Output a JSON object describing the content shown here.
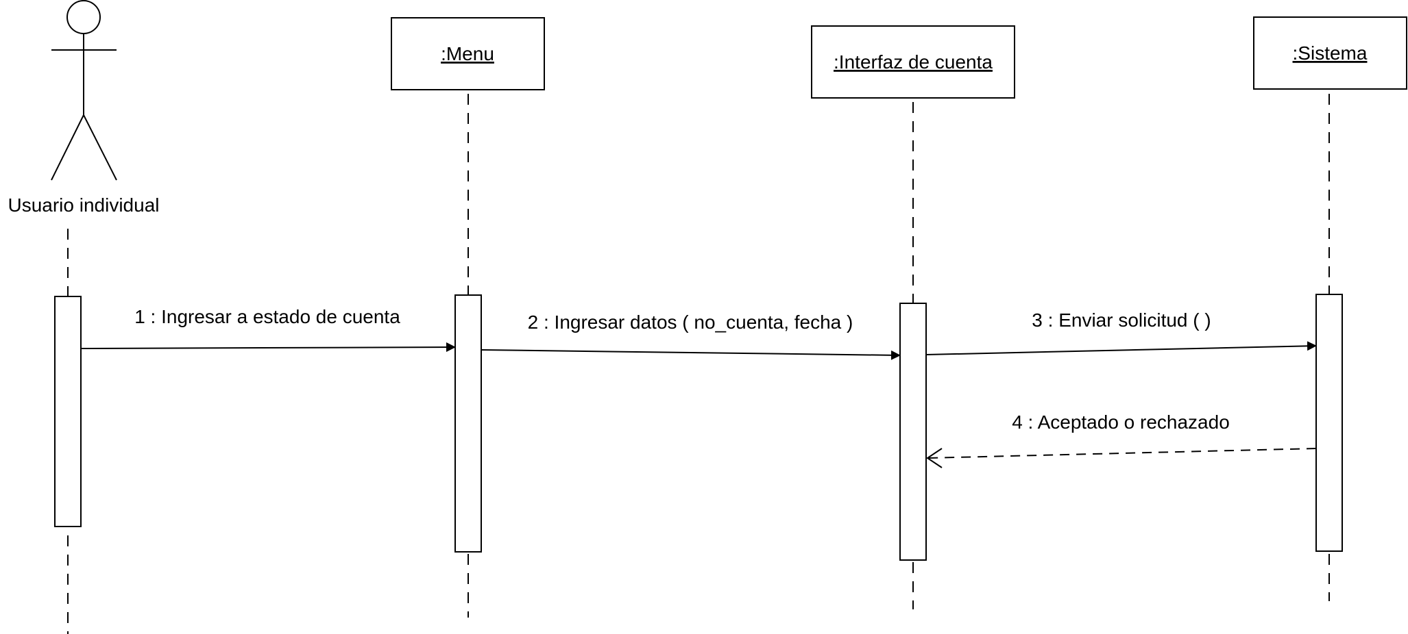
{
  "actor": {
    "name": "Usuario individual"
  },
  "participants": [
    {
      "label": ":Menu"
    },
    {
      "label": ":Interfaz de cuenta"
    },
    {
      "label": ":Sistema"
    }
  ],
  "messages": [
    {
      "text": "1 : Ingresar a estado de cuenta",
      "from": "Usuario individual",
      "to": ":Menu",
      "kind": "sync"
    },
    {
      "text": "2 : Ingresar datos ( no_cuenta, fecha )",
      "from": ":Menu",
      "to": ":Interfaz de cuenta",
      "kind": "sync"
    },
    {
      "text": "3 : Enviar solicitud ( )",
      "from": ":Interfaz de cuenta",
      "to": ":Sistema",
      "kind": "sync"
    },
    {
      "text": "4 : Aceptado o rechazado",
      "from": ":Sistema",
      "to": ":Interfaz de cuenta",
      "kind": "return"
    }
  ]
}
